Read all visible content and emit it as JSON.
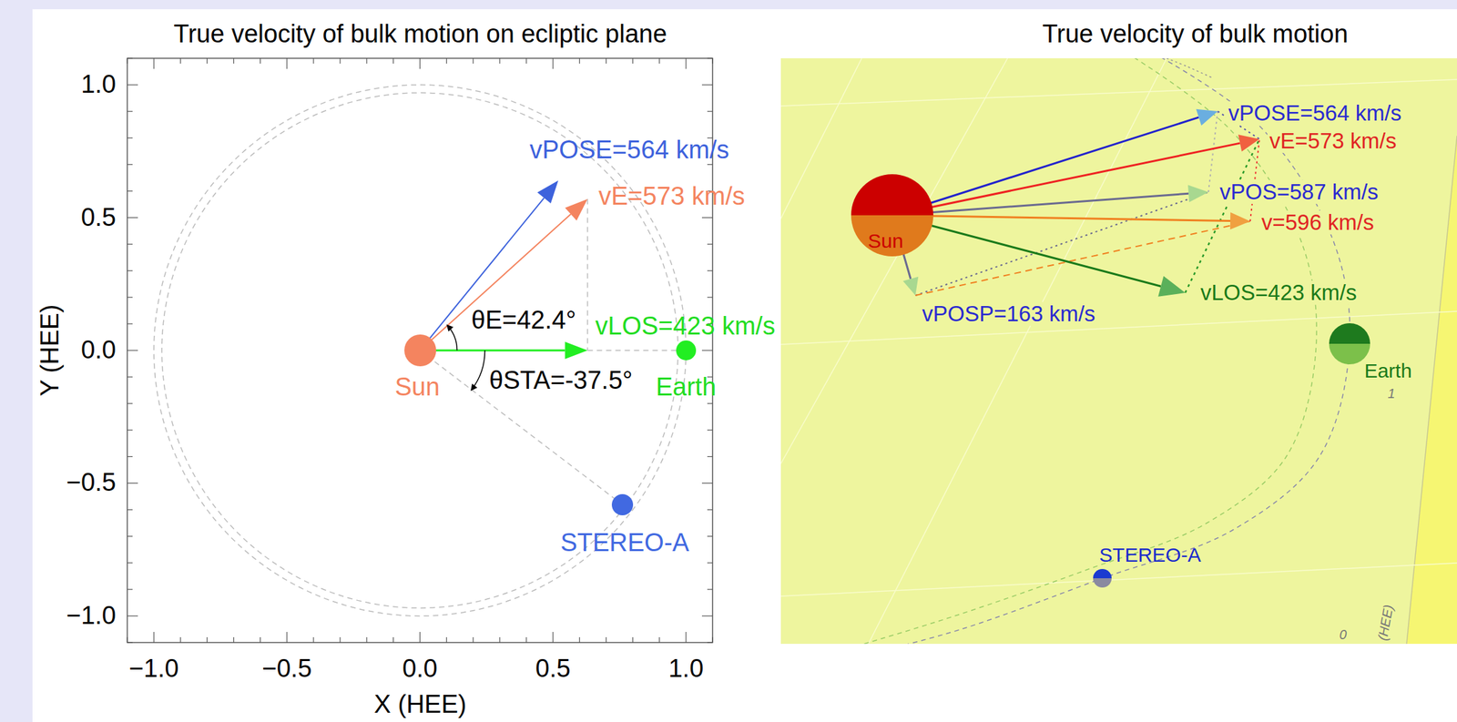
{
  "diagram": {
    "nodes": [
      {
        "text": [
          "Sun"
        ]
      },
      {
        "text": [
          "Earth"
        ]
      },
      {
        "text": [
          "STEREO-A"
        ]
      },
      {
        "text": [
          "Sun"
        ]
      },
      {
        "text": [
          "Earth"
        ]
      },
      {
        "text": [
          "STEREO-A"
        ]
      }
    ],
    "labels": [
      "True velocity of bulk motion on ecliptic plane",
      "1.0",
      "0.5",
      "0.0",
      "−0.5",
      "−1.0",
      "−1.0",
      "−0.5",
      "0.0",
      "0.5",
      "1.0",
      "Y (HEE)",
      "X (HEE)",
      "vPOSE=564 km/s",
      "vE=573 km/s",
      "θE=42.4°",
      "vLOS=423 km/s",
      "θSTA=-37.5°",
      "True velocity of bulk motion",
      "vPOSE=564 km/s",
      "vE=573 km/s",
      "vPOS=587 km/s",
      "v=596 km/s",
      "vLOS=423 km/s",
      "vPOSP=163 km/s",
      "1",
      "0",
      "(HEE)"
    ]
  }
}
